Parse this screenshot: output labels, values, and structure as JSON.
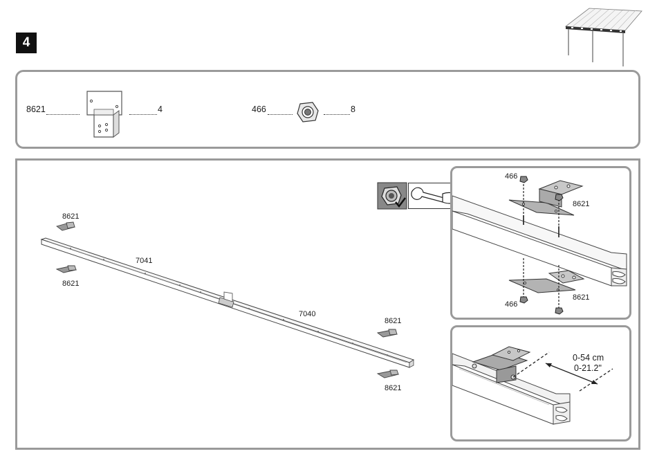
{
  "step": {
    "number": "4"
  },
  "parts": [
    {
      "code": "8621",
      "quantity": "4"
    },
    {
      "code": "466",
      "quantity": "8"
    }
  ],
  "main": {
    "beam_labels": [
      "7041",
      "7040"
    ],
    "bracket_labels": [
      "8621",
      "8621",
      "8621",
      "8621"
    ]
  },
  "inset_top": {
    "nut_labels": [
      "466",
      "466"
    ],
    "bracket_labels": [
      "8621",
      "8621"
    ]
  },
  "inset_bottom": {
    "range_cm": "0-54 cm",
    "range_in": "0-21.2\""
  }
}
